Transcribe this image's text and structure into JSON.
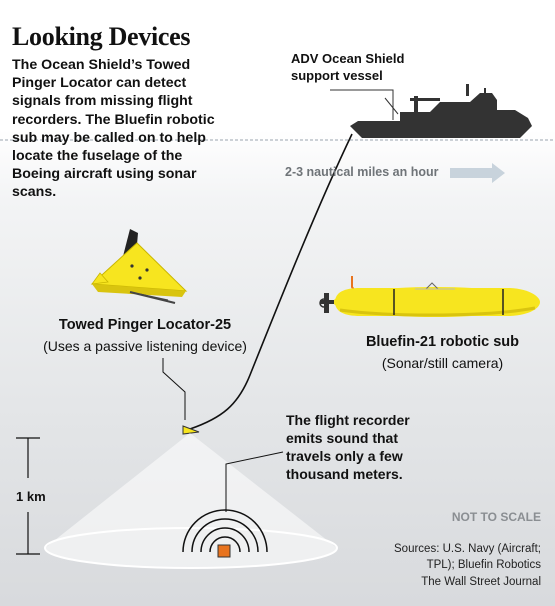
{
  "title": "Looking Devices",
  "intro": "The Ocean Shield’s Towed Pinger Locator can detect signals from missing flight recorders. The Bluefin robotic sub may be called on to help locate the fuselage of the Boeing aircraft using sonar scans.",
  "vessel": {
    "name": "ADV Ocean Shield",
    "role": "support vessel"
  },
  "speed": "2-3 nautical miles an hour",
  "pinger": {
    "name": "Towed Pinger Locator-25",
    "description": "(Uses a passive listening device)"
  },
  "sub": {
    "name": "Bluefin-21 robotic sub",
    "description": "(Sonar/still camera)"
  },
  "recorder_text": "The flight recorder emits sound that travels only a few thousand meters.",
  "depth_label": "1 km",
  "scale_note": "NOT TO SCALE",
  "sources": "Sources: U.S. Navy (Aircraft; TPL); Bluefin Robotics",
  "credit": "The Wall Street Journal",
  "colors": {
    "device_yellow": "#f7e51f",
    "recorder_orange": "#e8731e",
    "ship": "#333333",
    "water_line": "#9aa5ae"
  }
}
